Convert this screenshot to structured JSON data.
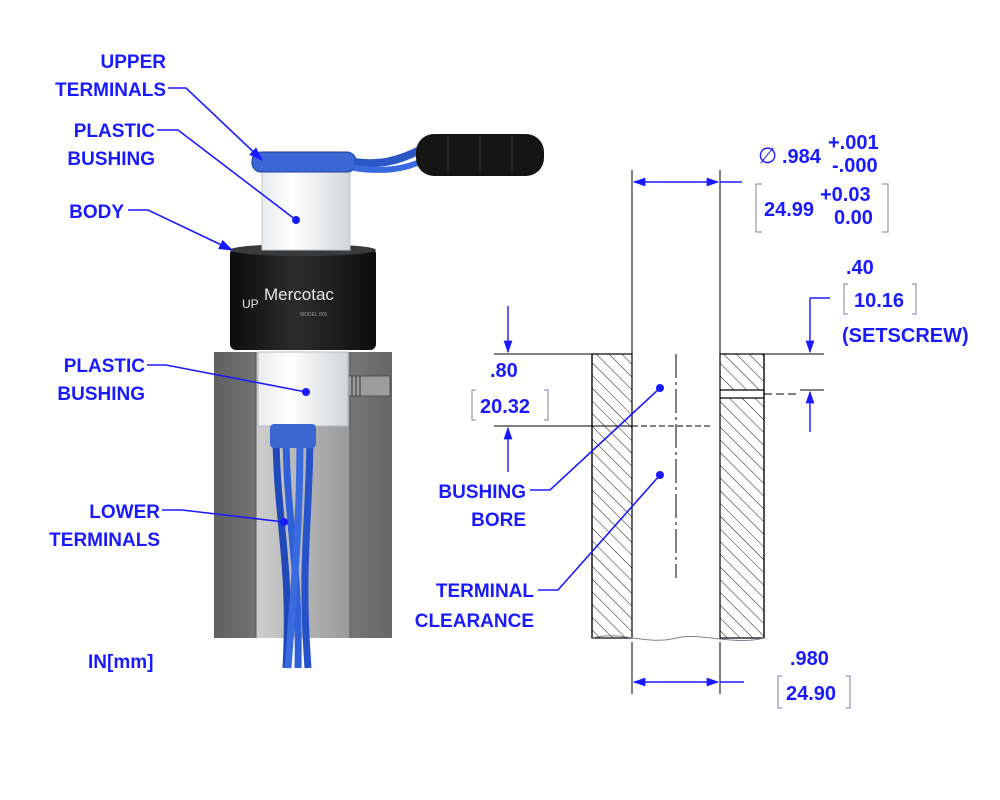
{
  "callouts": {
    "upper_terminals": [
      "UPPER",
      "TERMINALS"
    ],
    "plastic_bushing_top": [
      "PLASTIC",
      "BUSHING"
    ],
    "body": "BODY",
    "plastic_bushing_bottom": [
      "PLASTIC",
      "BUSHING"
    ],
    "lower_terminals": [
      "LOWER",
      "TERMINALS"
    ],
    "units": "IN[mm]"
  },
  "product": {
    "brand": "Mercotac",
    "logo_mark": "UP",
    "part_number": "MODEL 805"
  },
  "dimensions": {
    "outer_diameter": {
      "symbol": "∅",
      "value": ".984",
      "tol_plus": "+.001",
      "tol_minus": "-.000",
      "metric_value": "24.99",
      "metric_tol_plus": "+0.03",
      "metric_tol_minus": "0.00"
    },
    "setscrew": {
      "value": ".40",
      "metric": "10.16",
      "note": "(SETSCREW)"
    },
    "bushing_depth": {
      "value": ".80",
      "metric": "20.32"
    },
    "bore": {
      "value": ".980",
      "metric": "24.90"
    }
  },
  "section_labels": {
    "bushing_bore": [
      "BUSHING",
      "BORE"
    ],
    "terminal_clearance": [
      "TERMINAL",
      "CLEARANCE"
    ]
  },
  "colors": {
    "annotation": "#1a1aff",
    "hatch": "#000000",
    "steel": "#7d7d7d",
    "body": "#1b1b1b",
    "wire": "#2a5bd7"
  }
}
